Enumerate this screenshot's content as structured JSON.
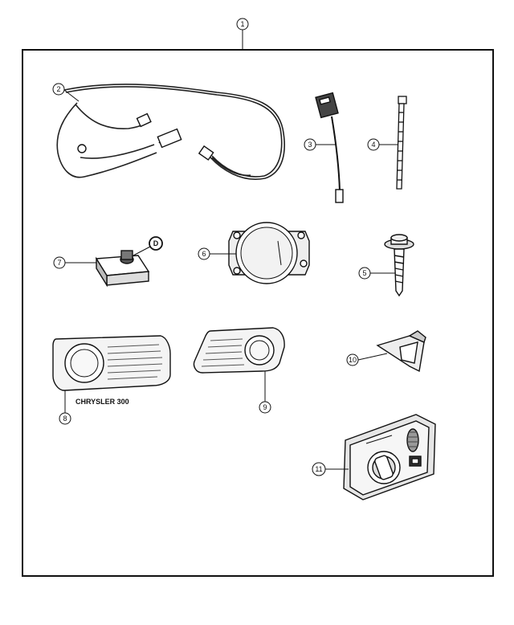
{
  "callouts": {
    "c1": "1",
    "c2": "2",
    "c3": "3",
    "c4": "4",
    "c5": "5",
    "c6": "6",
    "c7": "7",
    "c8": "8",
    "c9": "9",
    "c10": "10",
    "c11": "11",
    "cD": "D"
  },
  "captions": {
    "vehicle": "CHRYSLER 300"
  },
  "icons": {
    "part2": "wiring-harness-icon",
    "part3": "jumper-wire-connector-icon",
    "part4": "cable-tie-icon",
    "part5": "bolt-icon",
    "part6": "fog-lamp-icon",
    "part7": "u-nut-clip-icon",
    "part8": "fog-lamp-bezel-icon",
    "part9": "fog-lamp-bezel-icon",
    "part10": "bracket-icon",
    "part11": "headlamp-switch-icon"
  }
}
